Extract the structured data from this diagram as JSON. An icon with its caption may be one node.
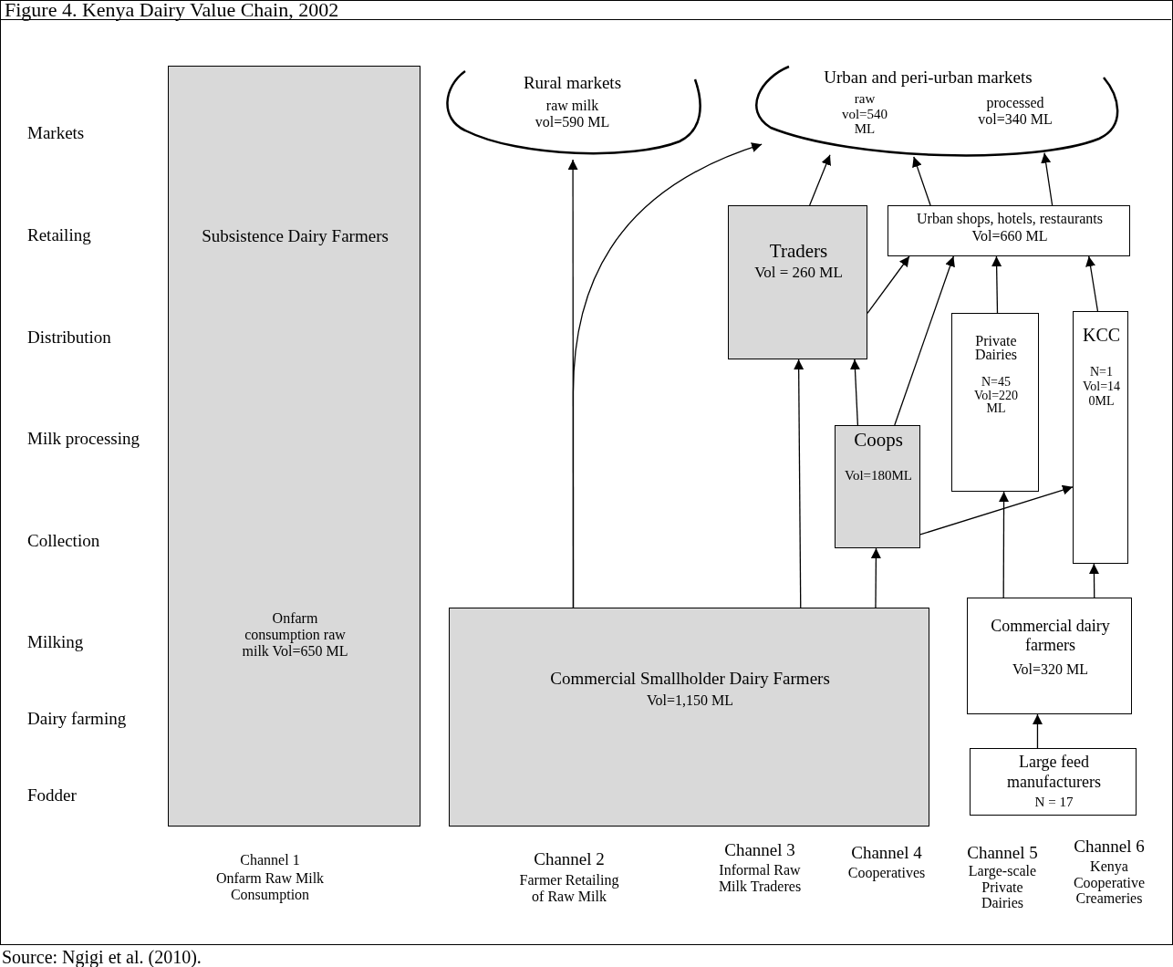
{
  "diagram": {
    "title": "Figure 4. Kenya Dairy Value Chain, 2002",
    "caption": "Source: Ngigi et al. (2010).",
    "nodes": [
      {
        "text": [
          "Subsistence Dairy Farmers",
          "Onfarm consumption raw milk Vol=650 ML"
        ]
      },
      {
        "text": [
          "Rural markets",
          "raw milk vol=590 ML"
        ]
      },
      {
        "text": [
          "Urban and peri-urban markets",
          "raw vol=540 ML",
          "processed vol=340 ML"
        ]
      },
      {
        "text": [
          "Traders",
          "Vol = 260 ML"
        ]
      },
      {
        "text": [
          "Urban shops, hotels, restaurants",
          "Vol=660 ML"
        ]
      },
      {
        "text": [
          "Private Dairies",
          "N=45 Vol=220 ML"
        ]
      },
      {
        "text": [
          "KCC",
          "N=1 Vol=140ML"
        ]
      },
      {
        "text": [
          "Coops",
          "Vol=180ML"
        ]
      },
      {
        "text": [
          "Commercial Smallholder Dairy Farmers",
          "Vol=1,150 ML"
        ]
      },
      {
        "text": [
          "Commercial dairy farmers",
          "Vol=320 ML"
        ]
      },
      {
        "text": [
          "Large feed manufacturers",
          "N = 17"
        ]
      }
    ],
    "edges": [
      {
        "from": 8,
        "to": 1,
        "arrow": "to"
      },
      {
        "from": 8,
        "to": 2,
        "arrow": "to"
      },
      {
        "from": 8,
        "to": 3,
        "arrow": "to"
      },
      {
        "from": 8,
        "to": 7,
        "arrow": "to"
      },
      {
        "from": 7,
        "to": 3,
        "arrow": "to"
      },
      {
        "from": 7,
        "to": 4,
        "arrow": "to"
      },
      {
        "from": 7,
        "to": 6,
        "arrow": "to"
      },
      {
        "from": 3,
        "to": 2,
        "arrow": "to"
      },
      {
        "from": 3,
        "to": 4,
        "arrow": "to"
      },
      {
        "from": 4,
        "to": 2,
        "arrow": "to"
      },
      {
        "from": 4,
        "to": 2,
        "arrow": "to"
      },
      {
        "from": 5,
        "to": 4,
        "arrow": "to"
      },
      {
        "from": 6,
        "to": 4,
        "arrow": "to"
      },
      {
        "from": 9,
        "to": 5,
        "arrow": "to"
      },
      {
        "from": 9,
        "to": 6,
        "arrow": "to"
      },
      {
        "from": 10,
        "to": 9,
        "arrow": "to"
      }
    ],
    "labels": [
      "Markets",
      "Retailing",
      "Distribution",
      "Milk processing",
      "Collection",
      "Milking",
      "Dairy farming",
      "Fodder",
      "Channel 1",
      "Onfarm Raw Milk Consumption",
      "Channel 2",
      "Farmer Retailing of Raw Milk",
      "Channel 3",
      "Informal Raw Milk Traderes",
      "Channel 4",
      "Cooperatives",
      "Channel 5",
      "Large-scale Private Dairies",
      "Channel 6",
      "Kenya Cooperative Creameries"
    ]
  }
}
